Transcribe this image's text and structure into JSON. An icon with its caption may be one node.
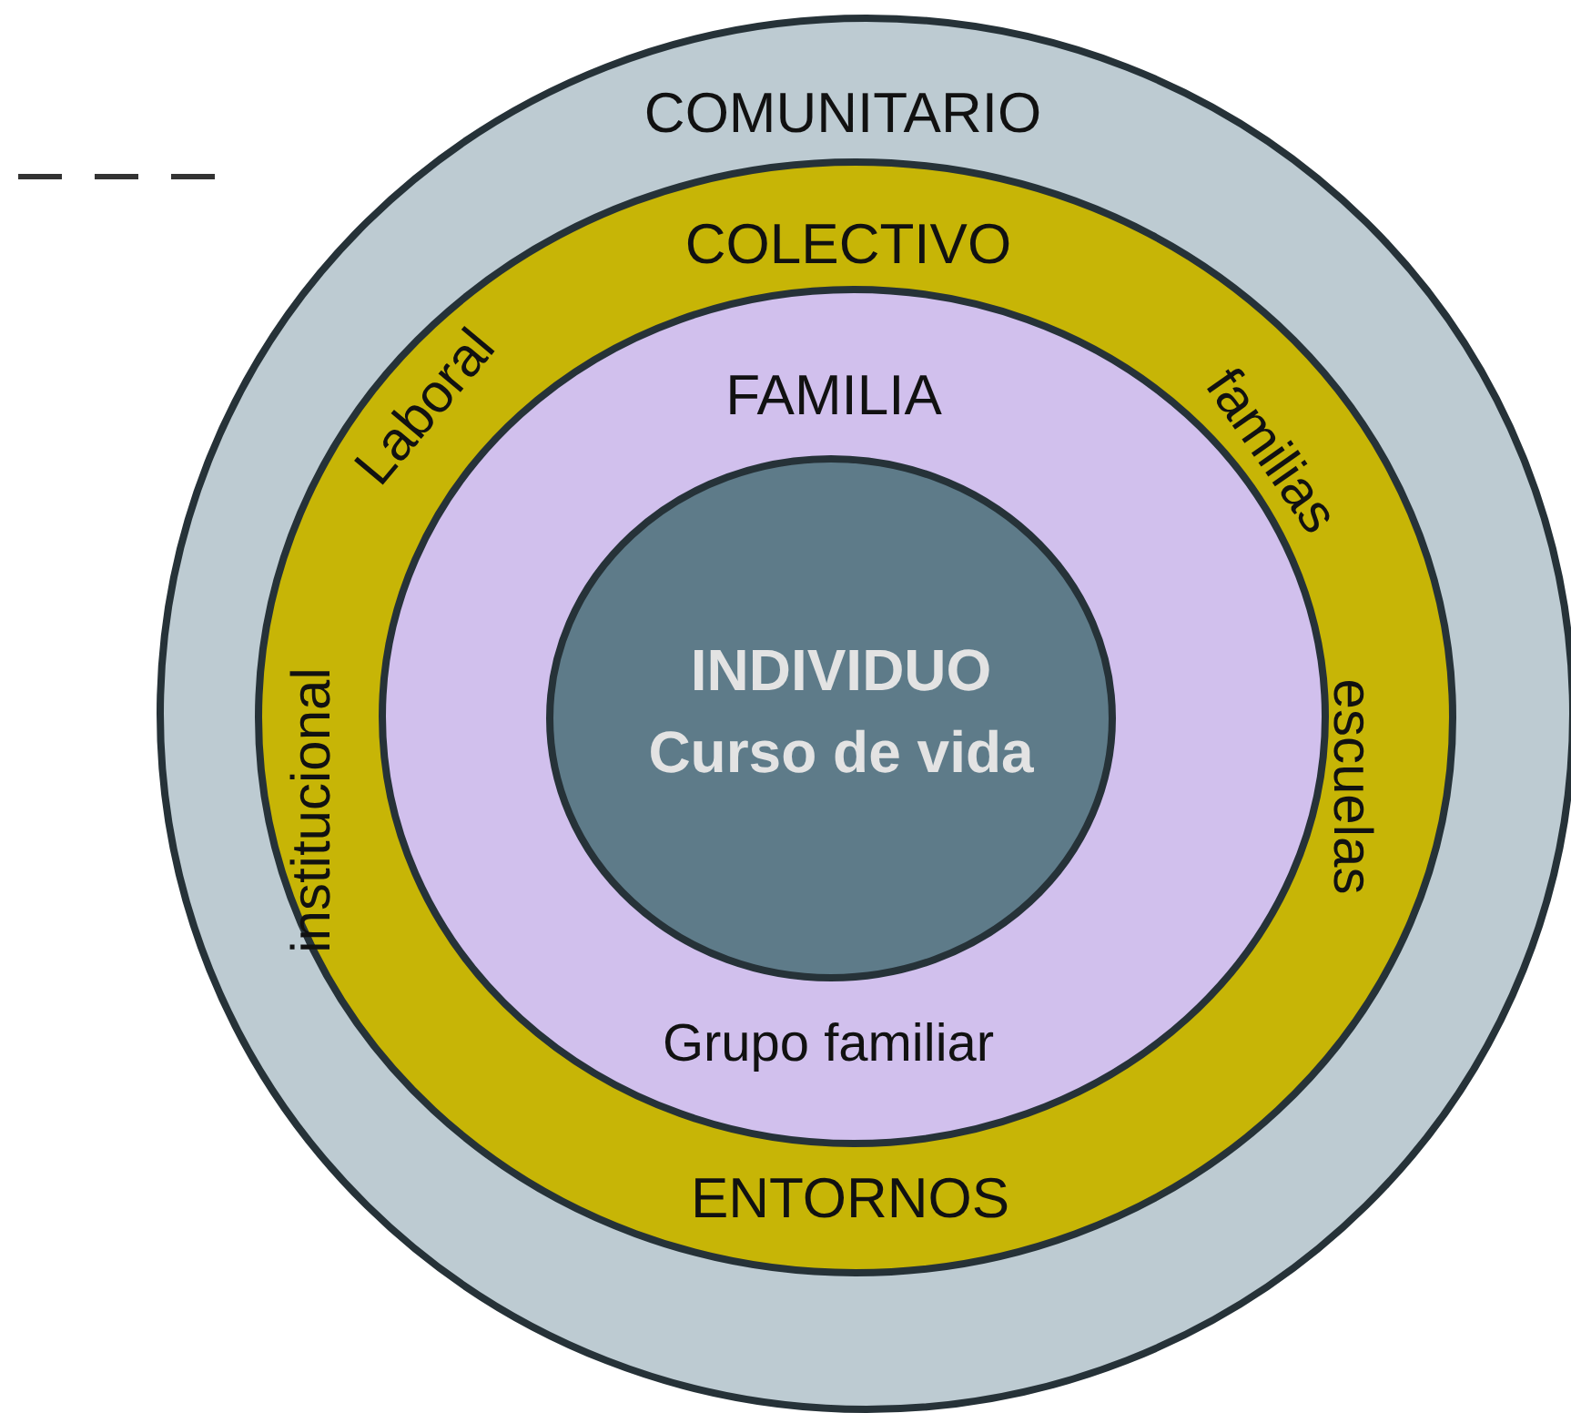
{
  "diagram": {
    "nodes": [
      {
        "text": [
          "COMUNITARIO"
        ]
      },
      {
        "text": [
          "COLECTIVO",
          "Laboral",
          "familias",
          "institucional",
          "escuelas",
          "ENTORNOS"
        ],
        "in": 0
      },
      {
        "text": [
          "FAMILIA",
          "Grupo familiar"
        ],
        "in": 1
      },
      {
        "text": [
          "INDIVIDUO",
          "Curso de vida"
        ],
        "in": 2
      }
    ]
  }
}
